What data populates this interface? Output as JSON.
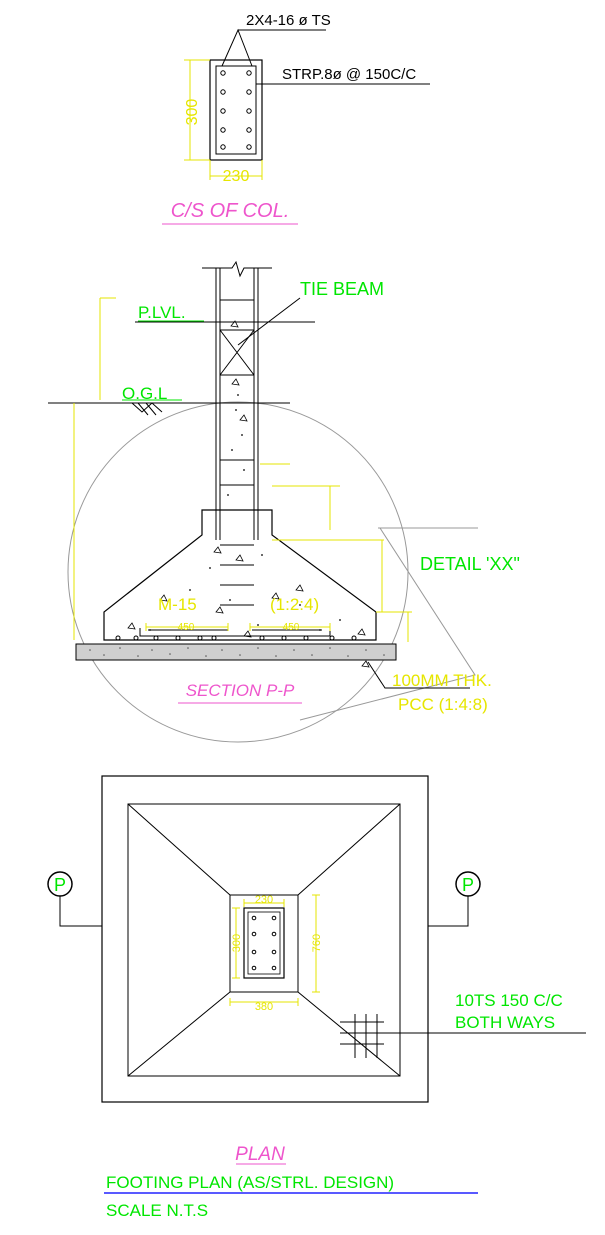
{
  "colors": {
    "line": "#000000",
    "annotation_green": "#00e600",
    "dimension_yellow": "#e6e600",
    "title_pink": "#ee55cc",
    "plan_blue": "#2222ff",
    "detail_gray": "#999999"
  },
  "column_section": {
    "bar_label": "2X4-16 ø TS",
    "stirrup_label": "STRP.8ø @ 150C/C",
    "dim_height": "300",
    "dim_width": "230",
    "title": "C/S OF COL."
  },
  "footing_section": {
    "tie_beam_label": "TIE BEAM",
    "plinth_level_label": "P.LVL.",
    "ground_level_label": "O.G.L",
    "detail_label": "DETAIL 'XX\"",
    "concrete_grade": "M-15",
    "mix_ratio": "(1:2:4)",
    "dim_left_450": "450",
    "dim_right_450": "450",
    "pcc_label_line1": "100MM  THK.",
    "pcc_label_line2": "PCC (1:4:8)",
    "title": "SECTION  P-P"
  },
  "plan": {
    "section_marker_left": "P",
    "section_marker_right": "P",
    "dim_col_width": "230",
    "dim_col_height": "300",
    "dim_pedestal_height": "760",
    "dim_pedestal_width": "380",
    "rebar_label_line1": "10TS 150 C/C",
    "rebar_label_line2": "BOTH WAYS",
    "title": "PLAN"
  },
  "footer": {
    "footing_plan_note": "FOOTING PLAN (AS/STRL. DESIGN)",
    "scale_note": "SCALE   N.T.S"
  }
}
